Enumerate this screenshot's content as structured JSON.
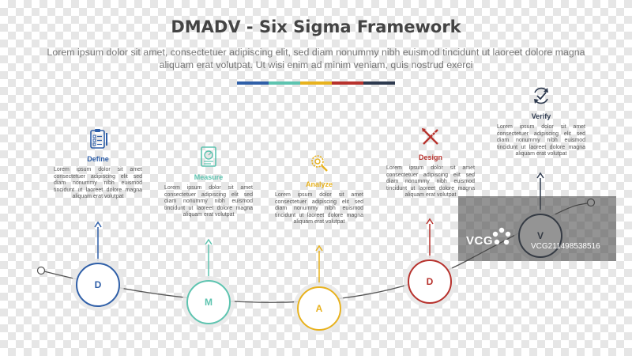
{
  "title": "DMADV - Six Sigma Framework",
  "subtitle": "Lorem ipsum dolor sit amet, consectetuer adipiscing elit, sed diam nonummy nibh euismod tincidunt ut laoreet dolore magna aliquam erat volutpat. Ut wisi enim ad minim veniam, quis nostrud exerci",
  "colorbar": [
    "#2f5fa8",
    "#5ec4b0",
    "#e8b21e",
    "#b7322d",
    "#2e3a4f"
  ],
  "description_text": "Lorem ipsum dolor sit amet consectetuer adipiscing elit sed diam nonummy nibh euismod tincidunt ut laoreet dolore magna aliquam erat volutpat",
  "steps": [
    {
      "label": "Define",
      "letter": "D",
      "color": "#2f5fa8",
      "icon": "clipboard-checklist-icon"
    },
    {
      "label": "Measure",
      "letter": "M",
      "color": "#5ec4b0",
      "icon": "measure-document-icon"
    },
    {
      "label": "Analyze",
      "letter": "A",
      "color": "#e8b21e",
      "icon": "magnifier-gear-icon"
    },
    {
      "label": "Design",
      "letter": "D",
      "color": "#b7322d",
      "icon": "pencil-ruler-icon"
    },
    {
      "label": "Verify",
      "letter": "V",
      "color": "#2e3a4f",
      "icon": "refresh-check-icon"
    }
  ],
  "watermark": {
    "logo": "VCG",
    "id": "VCG211498538516"
  }
}
